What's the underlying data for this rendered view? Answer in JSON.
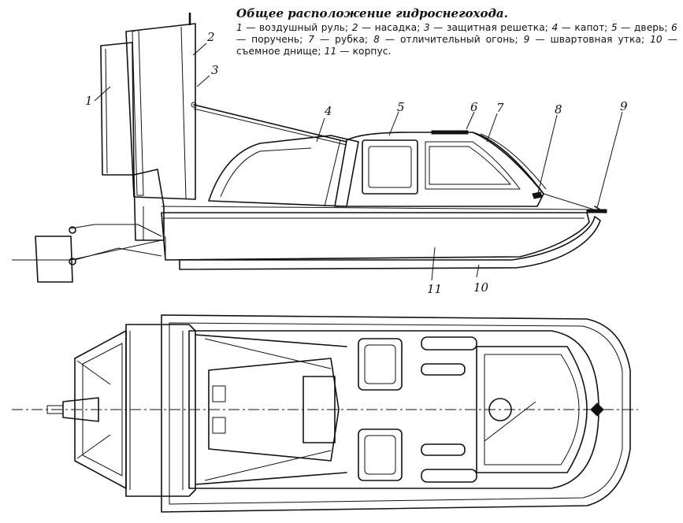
{
  "caption": {
    "title": "Общее расположение гидроснегохода.",
    "legend": [
      {
        "num": "1",
        "text": "воздушный руль;"
      },
      {
        "num": "2",
        "text": "насадка;"
      },
      {
        "num": "3",
        "text": "защитная решетка;"
      },
      {
        "num": "4",
        "text": "капот;"
      },
      {
        "num": "5",
        "text": "дверь;"
      },
      {
        "num": "6",
        "text": "поручень;"
      },
      {
        "num": "7",
        "text": "рубка;"
      },
      {
        "num": "8",
        "text": "отличительный огонь;"
      },
      {
        "num": "9",
        "text": "швартовная утка;"
      },
      {
        "num": "10",
        "text": "съемное днище;"
      },
      {
        "num": "11",
        "text": "корпус."
      }
    ]
  },
  "callouts": {
    "c1": "1",
    "c2": "2",
    "c3": "3",
    "c4": "4",
    "c5": "5",
    "c6": "6",
    "c7": "7",
    "c8": "8",
    "c9": "9",
    "c10": "10",
    "c11": "11"
  }
}
